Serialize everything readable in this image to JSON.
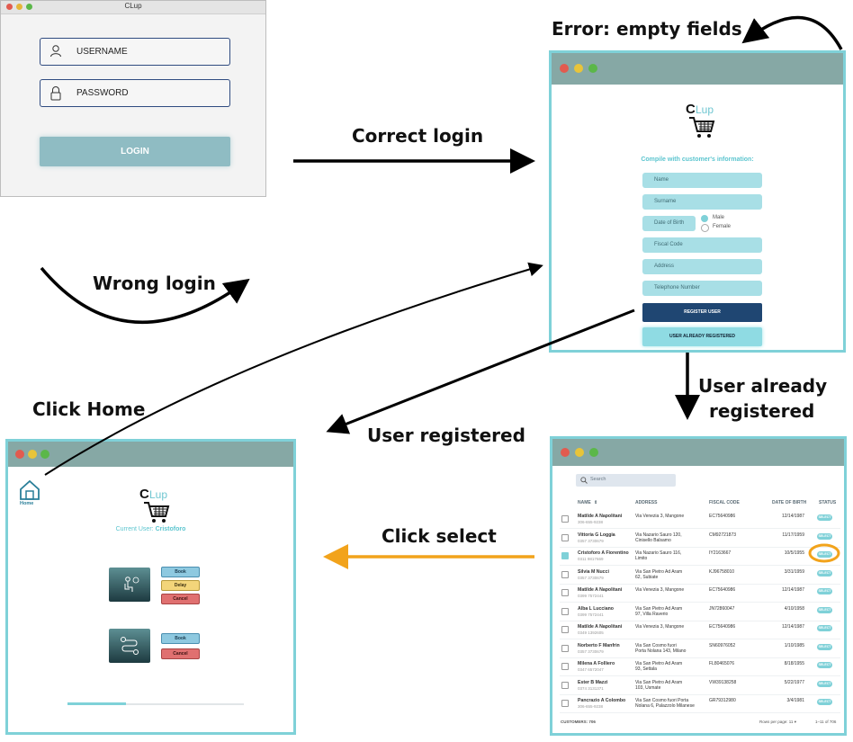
{
  "labels": {
    "error_empty": "Error: empty fields",
    "correct_login": "Correct login",
    "wrong_login": "Wrong login",
    "click_home": "Click Home",
    "user_registered": "User registered",
    "user_already_line1": "User already",
    "user_already_line2": "registered",
    "click_select": "Click select"
  },
  "login_window": {
    "title": "CLup",
    "username_placeholder": "USERNAME",
    "password_placeholder": "PASSWORD",
    "login_button": "LOGIN"
  },
  "register_window": {
    "logo_c": "C",
    "logo_lup": "Lup",
    "heading": "Compile with customer's information:",
    "fields": {
      "name": "Name",
      "surname": "Surname",
      "dob": "Date of Birth",
      "fiscal": "Fiscal Code",
      "address": "Address",
      "phone": "Telephone Number"
    },
    "gender": {
      "male": "Male",
      "female": "Female"
    },
    "register_button": "REGISTER USER",
    "already_button": "USER ALREADY REGISTERED"
  },
  "table_window": {
    "search_placeholder": "Search",
    "headers": {
      "name": "NAME",
      "address": "ADDRESS",
      "fiscal": "FISCAL CODE",
      "dob": "DATE OF BIRTH",
      "status": "STATUS"
    },
    "select_label": "SELECT",
    "rows": [
      {
        "name": "Matilde A Napolitani",
        "phone": "306-655-9238",
        "addr1": "Via Venezia 3, Mangone",
        "addr2": "",
        "fiscal": "EC75640986",
        "dob": "12/14/1987"
      },
      {
        "name": "Vittoria G Loggia",
        "phone": "0357 3730679",
        "addr1": "Via Nazario Sauro 120,",
        "addr2": "Cinisello Balsamo",
        "fiscal": "CM92721873",
        "dob": "11/17/1959"
      },
      {
        "name": "Cristoforo A Fiorentino",
        "phone": "0311 9817669",
        "addr1": "Via Nazario Sauro 116,",
        "addr2": "Limito",
        "fiscal": "IY2163667",
        "dob": "10/5/1955"
      },
      {
        "name": "Silvia M Nucci",
        "phone": "0357 3730679",
        "addr1": "Via San Pietro Ad Aram",
        "addr2": "62, Subiate",
        "fiscal": "KJ96758010",
        "dob": "3/31/1959"
      },
      {
        "name": "Matilde A Napolitani",
        "phone": "0399 7572441",
        "addr1": "Via Venezia 3, Mangone",
        "addr2": "",
        "fiscal": "EC75640986",
        "dob": "12/14/1987"
      },
      {
        "name": "Alba L Lucciano",
        "phone": "0399 7572441",
        "addr1": "Via San Pietro Ad Aram",
        "addr2": "97, Villa Raverio",
        "fiscal": "JN72860047",
        "dob": "4/10/1958"
      },
      {
        "name": "Matilde A Napolitani",
        "phone": "0349 1392605",
        "addr1": "Via Venezia 3, Mangone",
        "addr2": "",
        "fiscal": "EC75640986",
        "dob": "12/14/1987"
      },
      {
        "name": "Norberto F Manfrin",
        "phone": "0357 3730679",
        "addr1": "Via San Cosmo fuori",
        "addr2": "Porta Nolana 143, Milano",
        "fiscal": "SN60976052",
        "dob": "1/10/1985"
      },
      {
        "name": "Milena A Folliero",
        "phone": "0347 6572047",
        "addr1": "Via San Pietro Ad Aram",
        "addr2": "93, Settala",
        "fiscal": "FL80465076",
        "dob": "8/18/1955"
      },
      {
        "name": "Ester B Mazzi",
        "phone": "0374 3131371",
        "addr1": "Via San Pietro Ad Aram",
        "addr2": "103, Usmate",
        "fiscal": "VW39138258",
        "dob": "5/22/1977"
      },
      {
        "name": "Pancrazio A Colombo",
        "phone": "306-655-9238",
        "addr1": "Via San Cosmo fuori Porta",
        "addr2": "Nolana 6, Palazzolo Milanese",
        "fiscal": "GR79312980",
        "dob": "3/4/1981"
      }
    ],
    "footer_count": "CUSTOMERS: 706",
    "rows_per_page": "Rows per page: 11 ▾",
    "pagination": "1–11 of 706"
  },
  "home_window": {
    "home_label": "Home",
    "logo_c": "C",
    "logo_lup": "Lup",
    "current_user_prefix": "Current User: ",
    "current_user_name": "Cristoforo",
    "book1": "Book",
    "delay": "Delay",
    "cancel1": "Cancel",
    "book2": "Book",
    "cancel2": "Cancel"
  },
  "colors": {
    "teal_border": "#7fd1d8",
    "title_bar": "#86a8a5",
    "field": "#a8dfe6",
    "dark_button": "#1f4672",
    "orange": "#f2a31b",
    "cancel": "#e07070",
    "delay": "#f3d57a",
    "book": "#8ec9e0"
  }
}
